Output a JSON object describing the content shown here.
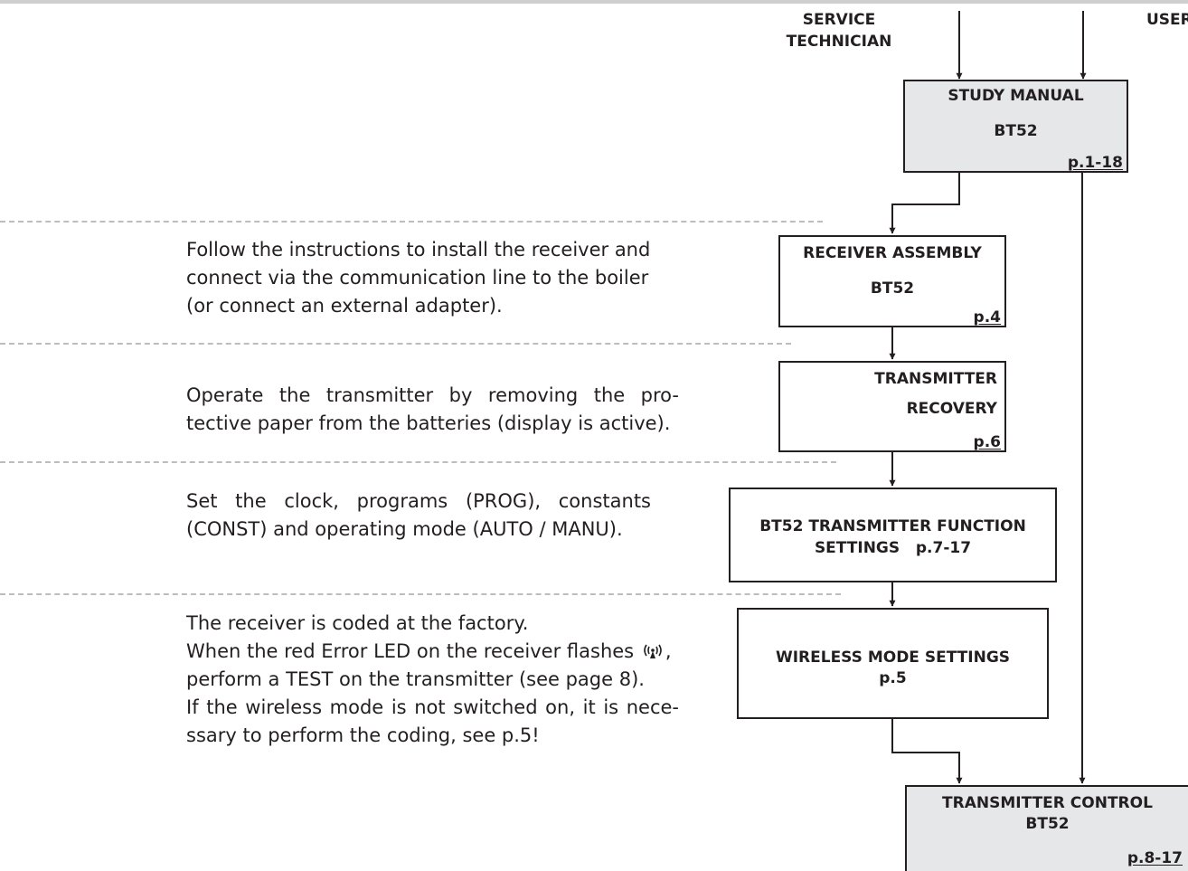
{
  "header": {
    "service_technician": [
      "SERVICE",
      "TECHNICIAN"
    ],
    "user": "USER"
  },
  "boxes": {
    "study_manual": {
      "title": "STUDY MANUAL",
      "model": "BT52",
      "page": "p.1-18"
    },
    "receiver_assembly": {
      "title": "RECEIVER ASSEMBLY",
      "model": "BT52",
      "page": "p.4"
    },
    "transmitter_recovery": {
      "title_lines": [
        "TRANSMITTER",
        "RECOVERY"
      ],
      "page": "p.6"
    },
    "function_settings": {
      "lines": [
        "BT52 TRANSMITTER FUNCTION",
        "SETTINGS   p.7-17"
      ]
    },
    "wireless_settings": {
      "lines": [
        "WIRELESS MODE SETTINGS",
        "p.5"
      ]
    },
    "transmitter_control": {
      "title": "TRANSMITTER CONTROL",
      "model": "BT52",
      "page": "p.8-17"
    }
  },
  "descriptions": {
    "receiver": [
      "Follow the instructions to install the receiver and",
      "connect via the communication line to the boiler",
      "(or connect an external adapter)."
    ],
    "transmitter": [
      "Operate the transmitter by removing the pro-",
      "tective paper from the batteries (display is active)."
    ],
    "settings": [
      "Set the clock, programs (PROG), constants",
      "(CONST) and operating mode (AUTO / MANU)."
    ],
    "wireless": [
      "The receiver is coded at the factory.",
      "When the red Error LED on the receiver flashes",
      "perform a TEST on the transmitter (see page 8).",
      "If the wireless mode is not switched on, it is nece-",
      "ssary to perform the coding, see p.5!"
    ],
    "wireless_flash_symbol": "(὎1)"
  }
}
